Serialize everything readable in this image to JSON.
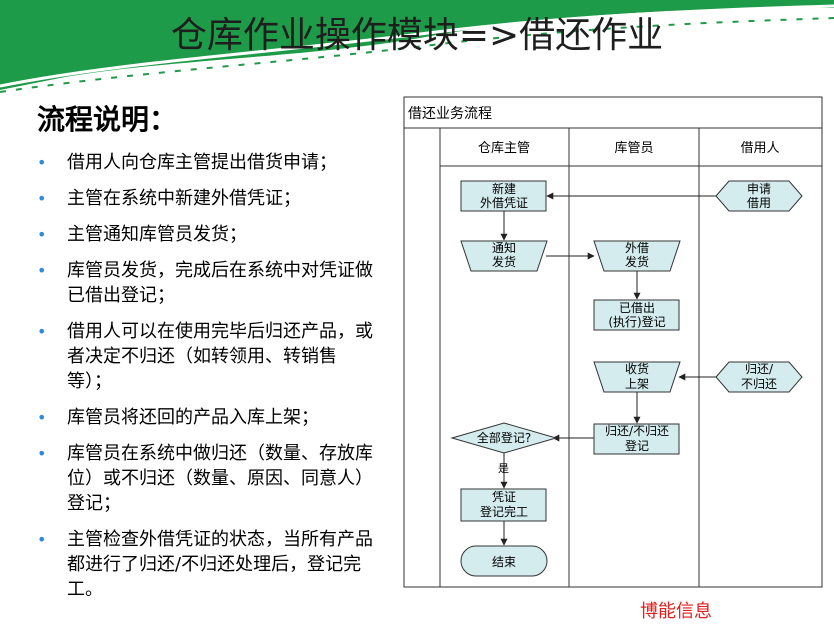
{
  "slide": {
    "title": "仓库作业操作模块=>借还作业",
    "heading": "流程说明：",
    "bullets": [
      "借用人向仓库主管提出借货申请；",
      "主管在系统中新建外借凭证；",
      "主管通知库管员发货；",
      "库管员发货，完成后在系统中对凭证做已借出登记；",
      "借用人可以在使用完毕后归还产品，或者决定不归还（如转领用、转销售等）；",
      "库管员将还回的产品入库上架；",
      "库管员在系统中做归还（数量、存放库位）或不归还（数量、原因、同意人）登记；",
      "主管检查外借凭证的状态，当所有产品都进行了归还/不归还处理后，登记完工。"
    ],
    "footer": "博能信息"
  },
  "flowchart": {
    "title": "借还业务流程",
    "lanes": [
      "仓库主管",
      "库管员",
      "借用人"
    ],
    "nodes": {
      "apply": [
        "申请",
        "借用"
      ],
      "new_voucher": [
        "新建",
        "外借凭证"
      ],
      "notify": [
        "通知",
        "发货"
      ],
      "lend_out": [
        "外借",
        "发货"
      ],
      "lent_register": [
        "已借出",
        "(执行)登记"
      ],
      "return_decision": [
        "归还/",
        "不归还"
      ],
      "receive": [
        "收货",
        "上架"
      ],
      "return_register": [
        "归还/不归还",
        "登记"
      ],
      "all_registered": [
        "全部登记?"
      ],
      "complete": [
        "凭证",
        "登记完工"
      ],
      "end": [
        "结束"
      ]
    },
    "edge_label_yes": "是"
  },
  "colors": {
    "banner_green": "#1e9b48",
    "box_fill": "#d5ecef",
    "box_stroke": "#333333",
    "bullet_blue": "#2e8bd6",
    "footer_red": "#e0201e"
  }
}
